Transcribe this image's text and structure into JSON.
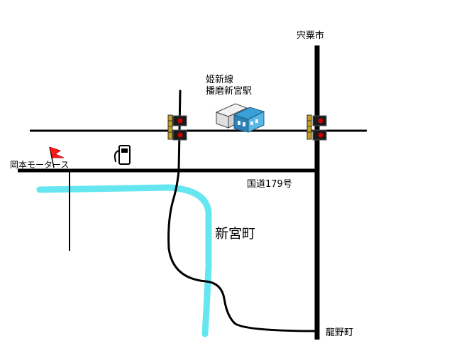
{
  "labels": {
    "north_destination": "宍粟市",
    "south_destination": "龍野町",
    "station_line": "姫新線",
    "station_name": "播磨新宮駅",
    "route_road": "国道179号",
    "town_area": "新宮町",
    "landmark_shop": "岡本モータース"
  },
  "colors": {
    "road": "#000000",
    "river": "#66e6f0",
    "flag": "#ff1a1a",
    "station_roof": "#3aa0d8",
    "signal_lamp": "#cc0000"
  },
  "icons": {
    "station": "station-building-icon",
    "gas_station": "fuel-pump-icon",
    "shop_marker": "red-flag-icon",
    "traffic_signal": "traffic-signal-icon"
  }
}
